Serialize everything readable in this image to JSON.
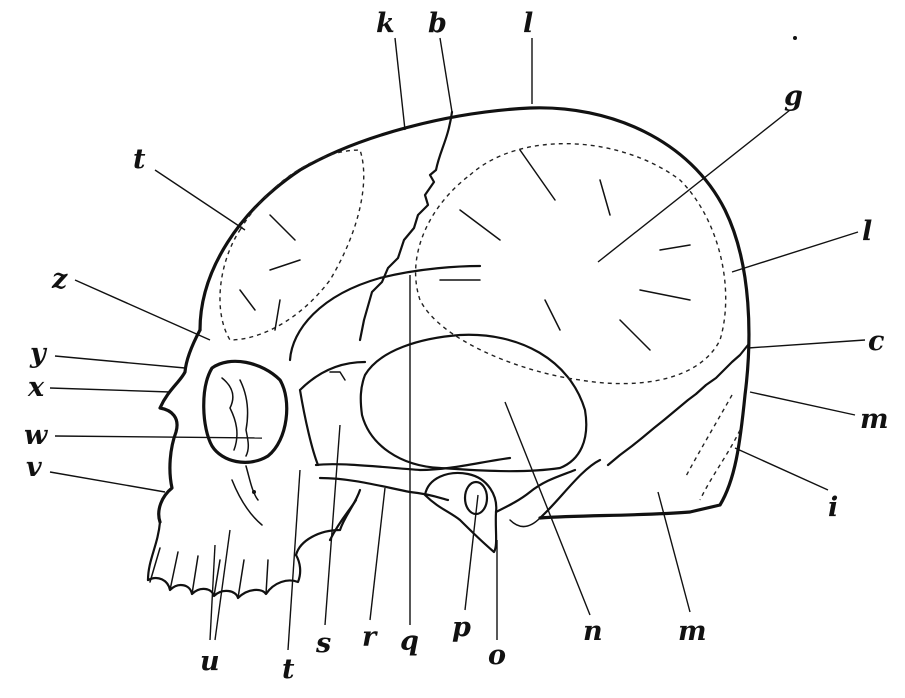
{
  "figure": {
    "labels": {
      "k": "k",
      "b": "b",
      "l_top": "l",
      "g": "g",
      "t_upper": "t",
      "z": "z",
      "l_right": "l",
      "y": "y",
      "c": "c",
      "x": "x",
      "m_right": "m",
      "w": "w",
      "v": "v",
      "i": "i",
      "p": "p",
      "q": "q",
      "n": "n",
      "m_bottom": "m",
      "s": "s",
      "r": "r",
      "o": "o",
      "t_lower": "t",
      "u": "u"
    }
  }
}
